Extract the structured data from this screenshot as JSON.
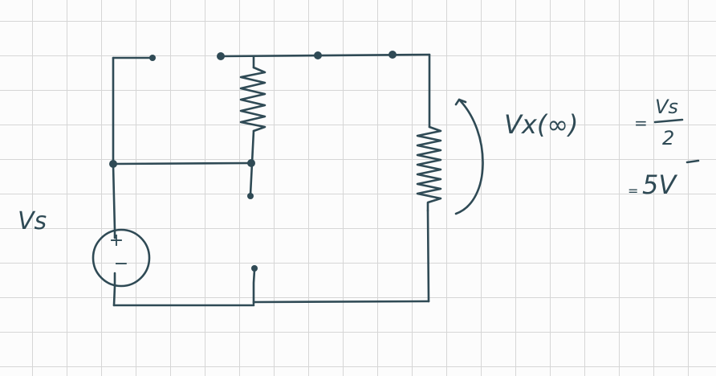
{
  "diagram": {
    "ink_color": "#2f4a55",
    "grid_color": "#d6d6d6",
    "source_label": "Vs",
    "source_plus": "+",
    "source_minus": "−",
    "equation": {
      "lhs": "Vx(∞)",
      "eq1": "=",
      "numerator": "Vs",
      "denominator": "2",
      "eq2": "=",
      "result": "5V"
    }
  }
}
